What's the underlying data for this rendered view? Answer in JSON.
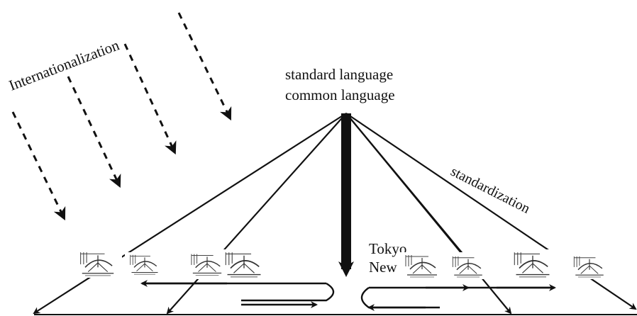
{
  "labels": {
    "internationalization": "Internationalization",
    "standard_language": "standard language",
    "common_language": "common language",
    "standardization": "standardization",
    "tokyo": "Tokyo",
    "new": "New"
  },
  "colors": {
    "ink": "#111111",
    "paper": "#ffffff"
  },
  "icons": [
    "satellite-dish-icon"
  ]
}
